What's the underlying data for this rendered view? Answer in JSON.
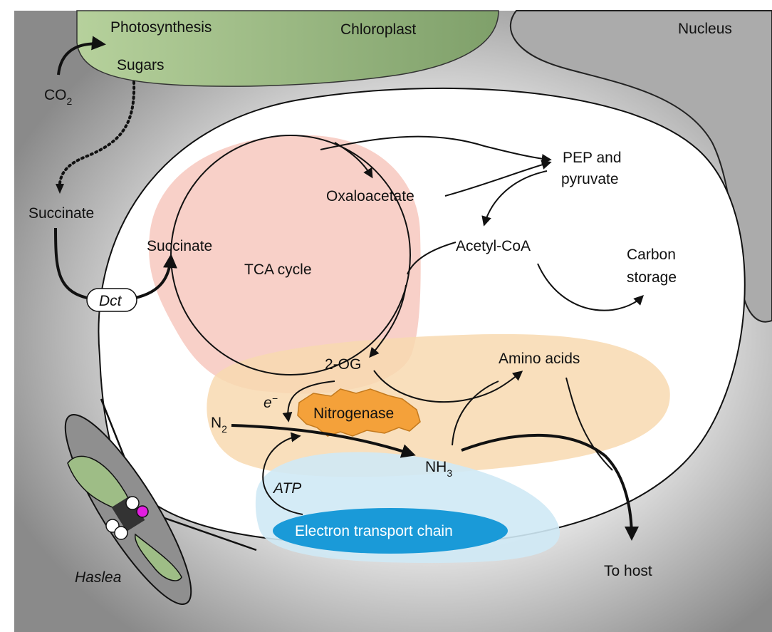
{
  "labels": {
    "photosynthesis": "Photosynthesis",
    "chloroplast": "Chloroplast",
    "nucleus": "Nucleus",
    "sugars": "Sugars",
    "co2_base": "CO",
    "co2_sub": "2",
    "succinate_outside": "Succinate",
    "dct": "Dct",
    "succinate_inside": "Succinate",
    "tca_cycle": "TCA cycle",
    "oxaloacetate": "Oxaloacetate",
    "pep_line1": "PEP and",
    "pep_line2": "pyruvate",
    "acetyl_coa": "Acetyl-CoA",
    "carbon_line1": "Carbon",
    "carbon_line2": "storage",
    "two_og": "2-OG",
    "amino_acids": "Amino acids",
    "electron_base": "e",
    "electron_sup": "−",
    "nitrogenase": "Nitrogenase",
    "n2_base": "N",
    "n2_sub": "2",
    "nh3_base": "NH",
    "nh3_sub": "3",
    "atp": "ATP",
    "etc": "Electron transport chain",
    "to_host": "To host",
    "haslea": "Haslea"
  },
  "colors": {
    "background_gray": "#9c9c9c",
    "chloroplast_green": "#9ebd86",
    "tca_zone": "#f7c8be",
    "nitrogen_zone": "#f8d9b0",
    "etc_zone": "#cfe9f5",
    "etc_blue": "#1a9ad8",
    "nitrogenase_orange": "#f4a13a",
    "pink_dot": "#e21ee0"
  }
}
